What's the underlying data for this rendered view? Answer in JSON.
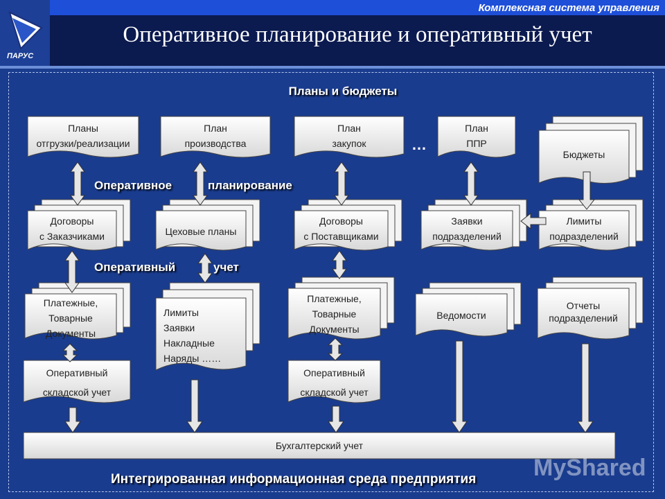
{
  "header": {
    "company": "Комплексная система управления",
    "title": "Оперативное планирование и оперативный учет"
  },
  "logo": {
    "text": "ПАРУС"
  },
  "sections": {
    "plans_budgets": "Планы и бюджеты",
    "op_planning_1": "Оперативное",
    "op_planning_2": "планирование",
    "op_accounting_1": "Оперативный",
    "op_accounting_2": "учет",
    "integrated": "Интегрированная информационная среда предприятия"
  },
  "plans": {
    "shipment": [
      "Планы",
      "отгрузки/реализации"
    ],
    "production": [
      "План",
      "производства"
    ],
    "purchases": [
      "План",
      "закупок"
    ],
    "ellipsis": "…",
    "ppr": [
      "План",
      "ППР"
    ],
    "budgets": "Бюджеты"
  },
  "row2": {
    "customer_contracts": [
      "Договоры",
      "с Заказчиками"
    ],
    "workshop_plans": "Цеховые планы",
    "supplier_contracts": [
      "Договоры",
      "с Поставщиками"
    ],
    "dept_requests": [
      "Заявки",
      "подразделений"
    ],
    "dept_limits": [
      "Лимиты",
      "подразделений"
    ]
  },
  "row3": {
    "payment_docs_1": [
      "Платежные,",
      "Товарные",
      "Документы"
    ],
    "limits_list": [
      "Лимиты",
      "Заявки",
      "Накладные",
      "Наряды ……"
    ],
    "payment_docs_2": [
      "Платежные,",
      "Товарные",
      "Документы"
    ],
    "statements": "Ведомости",
    "dept_reports": [
      "Отчеты",
      "подразделений"
    ]
  },
  "row4": {
    "warehouse_1": [
      "Оперативный",
      "складской учет"
    ],
    "warehouse_2": [
      "Оперативный",
      "складской учет"
    ]
  },
  "accounting": "Бухгалтерский учет",
  "watermark": "MyShared",
  "colors": {
    "background": "#1a3c8e",
    "header": "#0b1a4f",
    "card_fill": "#f2f2f2",
    "arrow": "#e6e6e6"
  }
}
